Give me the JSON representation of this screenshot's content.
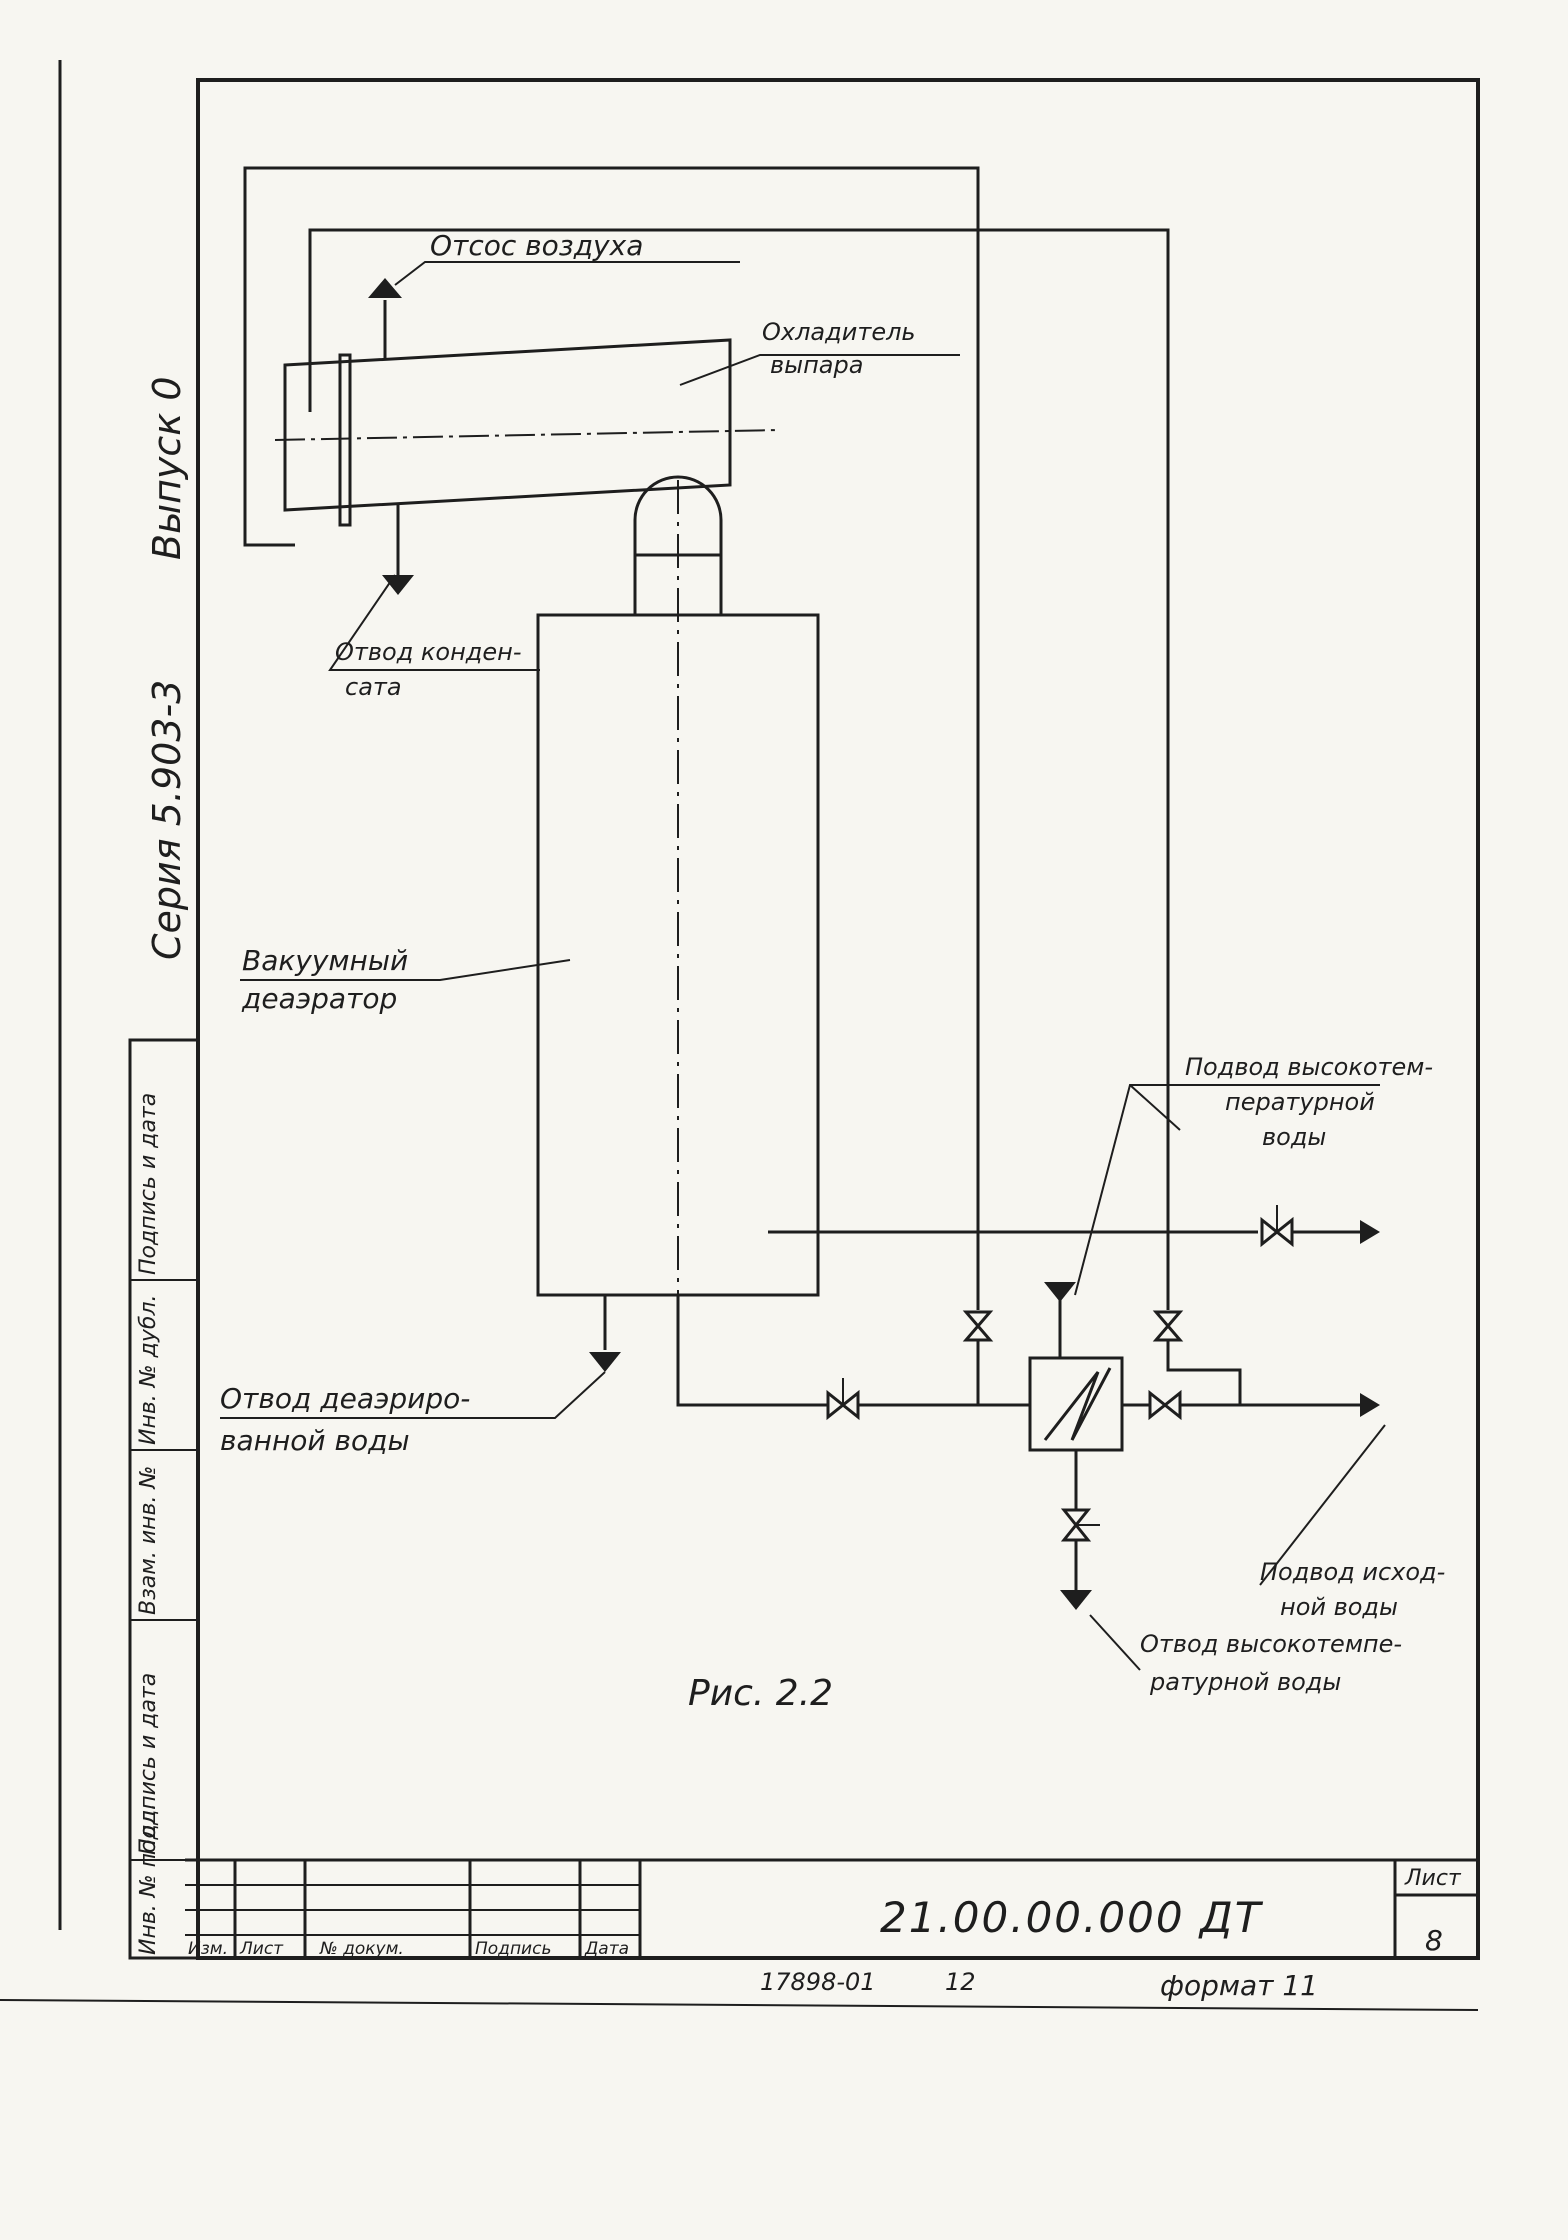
{
  "labels": {
    "air_suction": "Отсос воздуха",
    "vapor_cooler": [
      "Охладитель",
      "выпара"
    ],
    "condensate_drain": [
      "Отвод конден-",
      "сата"
    ],
    "vacuum_deaerator": [
      "Вакуумный",
      "деаэратор"
    ],
    "hot_water_supply": [
      "Подвод высокотем-",
      "пературной",
      "воды"
    ],
    "deaerated_water_drain": [
      "Отвод деаэриро-",
      "ванной воды"
    ],
    "source_water_supply": [
      "Подвод исход-",
      "ной воды"
    ],
    "hot_water_drain": [
      "Отвод высокотемпе-",
      "ратурной воды"
    ]
  },
  "figure_caption": "Рис. 2.2",
  "side_margin": {
    "series": "Серия 5.903-3",
    "issue": "Выпуск 0",
    "stamp_fields": [
      "Инв. № подл.",
      "Подпись и дата",
      "Взам. инв. №",
      "Инв. № дубл.",
      "Подпись и дата"
    ]
  },
  "title_block": {
    "columns": [
      "Изм.",
      "Лист",
      "№ докум.",
      "Подпись",
      "Дата"
    ],
    "document_code": "21.00.00.000 ДТ",
    "sheet_label": "Лист",
    "sheet_number": "8"
  },
  "footer": {
    "order": "17898-01",
    "number": "12",
    "format": "формат 11"
  }
}
